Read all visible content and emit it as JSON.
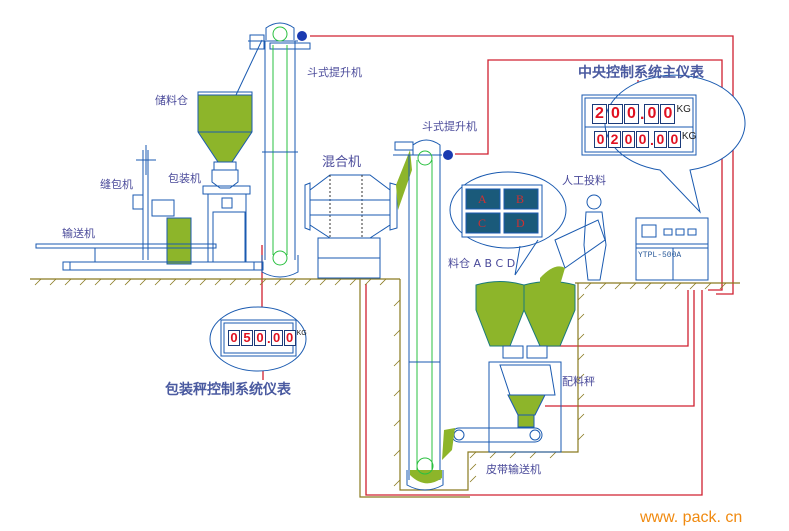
{
  "diagram": {
    "title": "中央控制系统主仪表",
    "labels": {
      "storage_bin": "储料仓",
      "bucket_elevator_1": "斗式提升机",
      "bucket_elevator_2": "斗式提升机",
      "mixer": "混合机",
      "sewing_machine": "缝包机",
      "packing_machine": "包装机",
      "conveyor": "输送机",
      "manual_feeding": "人工投料",
      "bins_abcd": "料仓 A B C D",
      "batching_scale": "配料秤",
      "belt_conveyor": "皮带输送机",
      "packing_scale_meter": "包装秤控制系统仪表",
      "central_meter": "中央控制系统主仪表"
    },
    "central_meter": {
      "row1": {
        "digits": [
          "2",
          "0",
          "0",
          ".",
          "0",
          "0"
        ],
        "unit": "KG",
        "value": "200.00"
      },
      "row2": {
        "digits": [
          "0",
          "2",
          "0",
          "0",
          ".",
          "0",
          "0"
        ],
        "unit": "KG",
        "value": "0200.00"
      }
    },
    "packing_meter": {
      "digits": [
        "0",
        "5",
        "0",
        ".",
        "0",
        "0"
      ],
      "unit": "KG",
      "value": "050.00"
    },
    "bins": [
      "A",
      "B",
      "C",
      "D"
    ],
    "controller_model": "YTPL-500A",
    "watermark": "www. pack. cn",
    "colors": {
      "line": "#1a5ab0",
      "material": "#8db52a",
      "signal": "#d02030",
      "ground": "#8a7a20",
      "label": "#4a4a9a",
      "watermark": "#f08a10"
    }
  }
}
